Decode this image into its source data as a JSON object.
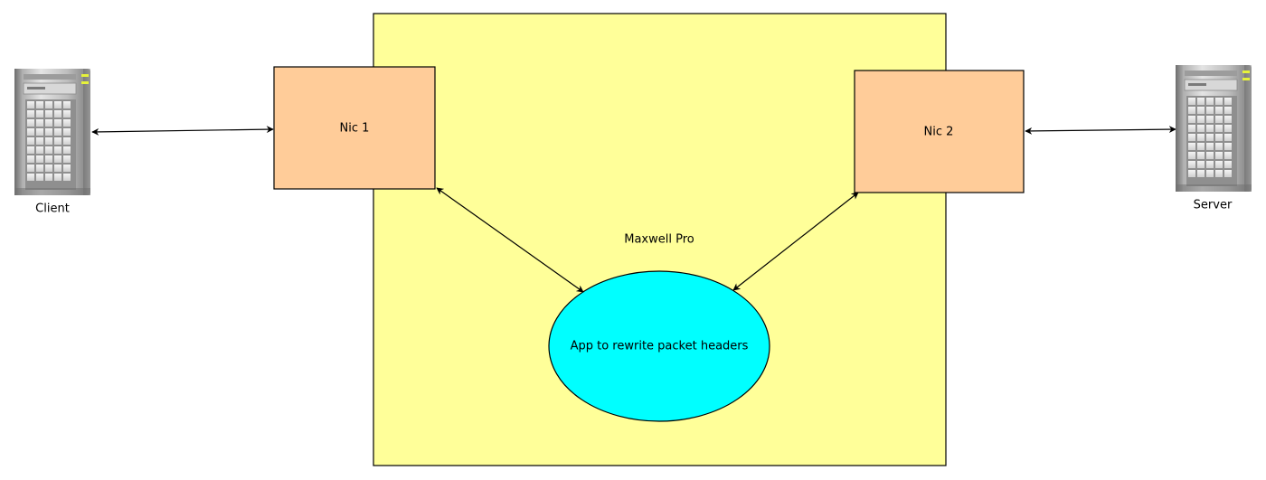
{
  "diagram": {
    "container": {
      "label": "Maxwell Pro",
      "fill": "#ffff99",
      "stroke": "#000000"
    },
    "nic1": {
      "label": "Nic 1",
      "fill": "#ffcc99"
    },
    "nic2": {
      "label": "Nic 2",
      "fill": "#ffcc99"
    },
    "app": {
      "label": "App to rewrite packet headers",
      "fill": "#00ffff"
    },
    "client": {
      "label": "Client",
      "icon": "server-tower-icon"
    },
    "server": {
      "label": "Server",
      "icon": "server-tower-icon"
    },
    "edges": [
      {
        "from": "Client",
        "to": "Nic 1",
        "direction": "bidirectional"
      },
      {
        "from": "Nic 1",
        "to": "App to rewrite packet headers",
        "direction": "bidirectional"
      },
      {
        "from": "Nic 2",
        "to": "App to rewrite packet headers",
        "direction": "bidirectional"
      },
      {
        "from": "Nic 2",
        "to": "Server",
        "direction": "bidirectional"
      }
    ]
  }
}
